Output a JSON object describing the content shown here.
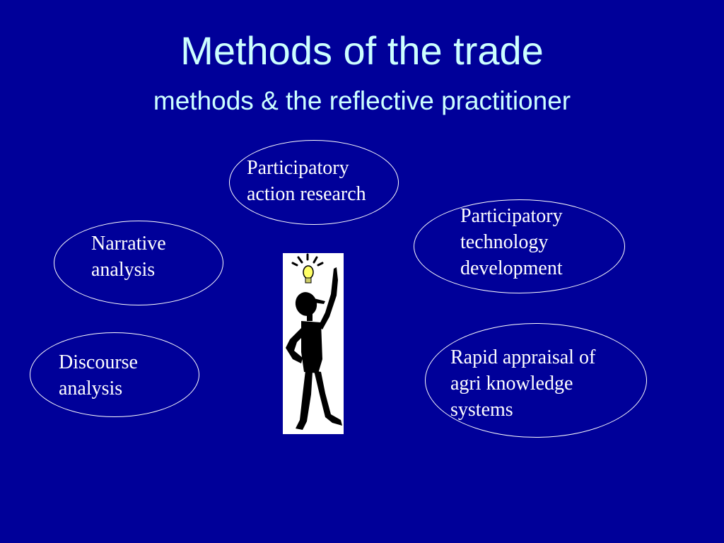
{
  "slide": {
    "title": "Methods of the trade",
    "subtitle": "methods & the reflective practitioner"
  },
  "nodes": [
    {
      "id": "participatory-action-research",
      "lines": [
        "Participatory",
        "action research"
      ]
    },
    {
      "id": "participatory-technology-development",
      "lines": [
        "Participatory",
        "technology",
        "development"
      ]
    },
    {
      "id": "narrative-analysis",
      "lines": [
        "Narrative",
        "analysis"
      ]
    },
    {
      "id": "discourse-analysis",
      "lines": [
        "Discourse",
        "analysis"
      ]
    },
    {
      "id": "rapid-appraisal",
      "lines": [
        "Rapid appraisal of",
        "agri knowledge",
        "systems"
      ]
    }
  ],
  "figure": {
    "icon": "thinking-person-lightbulb-icon",
    "colors": {
      "bulb": "#ffff66",
      "figure": "#000000",
      "panel": "#ffffff"
    }
  },
  "colors": {
    "background": "#000099",
    "title": "#ccffff",
    "text": "#ffffff",
    "outline": "#ffffff"
  }
}
